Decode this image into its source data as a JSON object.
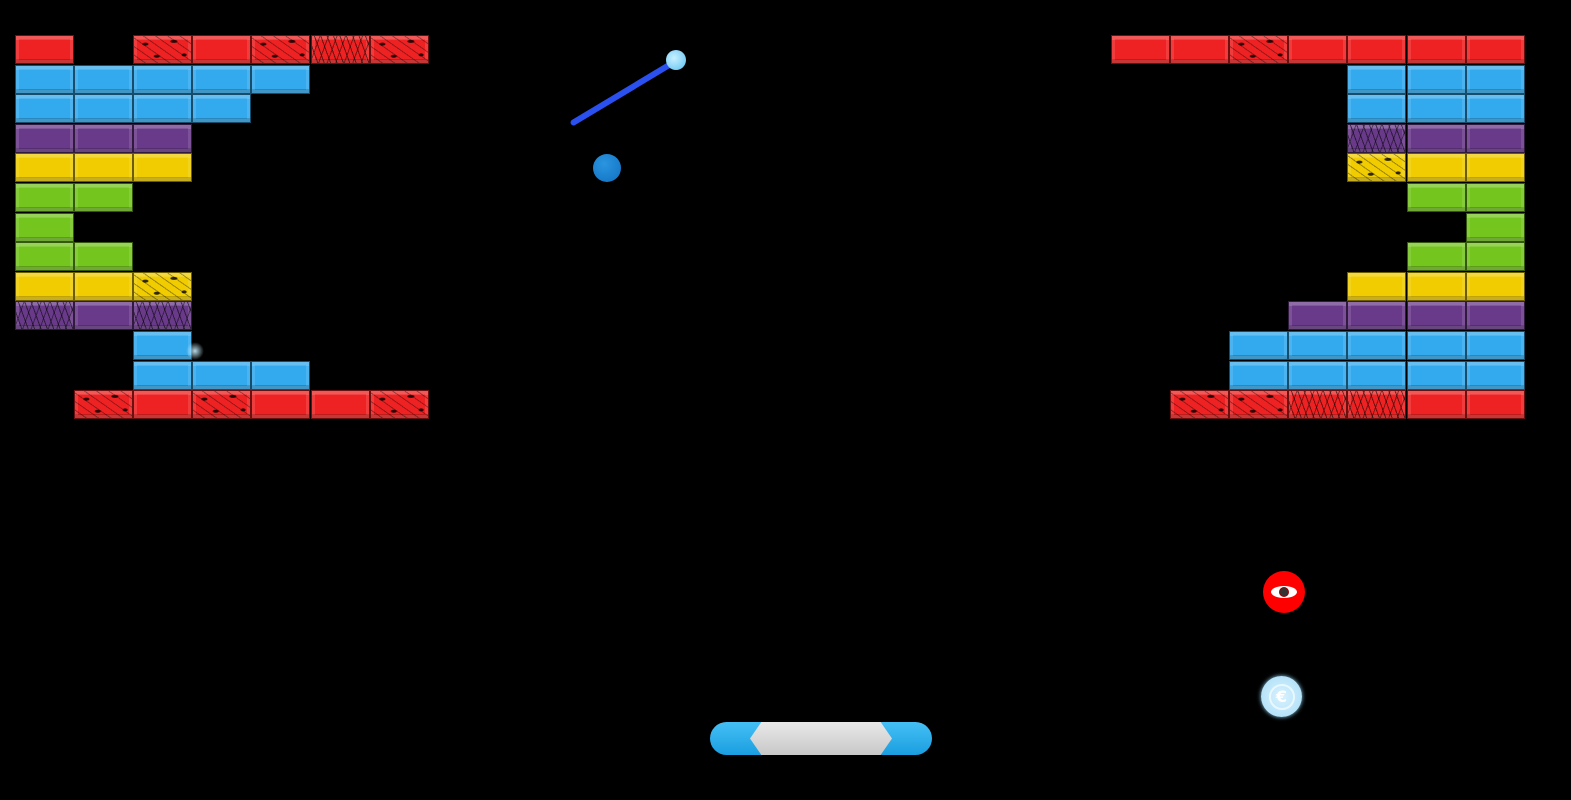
{
  "colors": {
    "R": "#ee2222",
    "B": "#33aaee",
    "P": "#6a3a8a",
    "Y": "#f0cc00",
    "G": "#74c51e"
  },
  "brick_walls": {
    "left": [
      [
        "R",
        "",
        "Rc",
        "R",
        "Rc",
        "Rs",
        "Rc"
      ],
      [
        "B",
        "B",
        "B",
        "B",
        "B",
        "",
        ""
      ],
      [
        "B",
        "B",
        "B",
        "B",
        "",
        "",
        ""
      ],
      [
        "P",
        "P",
        "P",
        "",
        "",
        "",
        ""
      ],
      [
        "Y",
        "Y",
        "Y",
        "",
        "",
        "",
        ""
      ],
      [
        "G",
        "G",
        "",
        "",
        "",
        "",
        ""
      ],
      [
        "G",
        "",
        "",
        "",
        "",
        "",
        ""
      ],
      [
        "G",
        "G",
        "",
        "",
        "",
        "",
        ""
      ],
      [
        "Y",
        "Y",
        "Yc",
        "",
        "",
        "",
        ""
      ],
      [
        "Ps",
        "P",
        "Ps",
        "",
        "",
        "",
        ""
      ],
      [
        "",
        "",
        "B",
        "",
        "",
        "",
        ""
      ],
      [
        "",
        "",
        "B",
        "B",
        "B",
        "",
        ""
      ],
      [
        "",
        "Rc",
        "R",
        "Rc",
        "R",
        "R",
        "Rc"
      ]
    ],
    "right": [
      [
        "R",
        "R",
        "Rc",
        "R",
        "R",
        "R",
        "R"
      ],
      [
        "",
        "",
        "",
        "",
        "B",
        "B",
        "B"
      ],
      [
        "",
        "",
        "",
        "",
        "B",
        "B",
        "B"
      ],
      [
        "",
        "",
        "",
        "",
        "Ps",
        "P",
        "P"
      ],
      [
        "",
        "",
        "",
        "",
        "Yc",
        "Y",
        "Y"
      ],
      [
        "",
        "",
        "",
        "",
        "",
        "G",
        "G"
      ],
      [
        "",
        "",
        "",
        "",
        "",
        "",
        "G"
      ],
      [
        "",
        "",
        "",
        "",
        "",
        "G",
        "G"
      ],
      [
        "",
        "",
        "",
        "",
        "Y",
        "Y",
        "Y"
      ],
      [
        "",
        "",
        "",
        "P",
        "P",
        "P",
        "P"
      ],
      [
        "",
        "",
        "B",
        "B",
        "B",
        "B",
        "B"
      ],
      [
        "",
        "",
        "B",
        "B",
        "B",
        "B",
        "B"
      ],
      [
        "",
        "Rc",
        "Rc",
        "Rs",
        "Rs",
        "R",
        "R"
      ]
    ]
  },
  "powerups": [
    {
      "icon": "eye-icon",
      "color": "#ff0000"
    },
    {
      "icon": "euro-coin-icon",
      "symbol": "€",
      "color": "#a8dcf5"
    }
  ]
}
